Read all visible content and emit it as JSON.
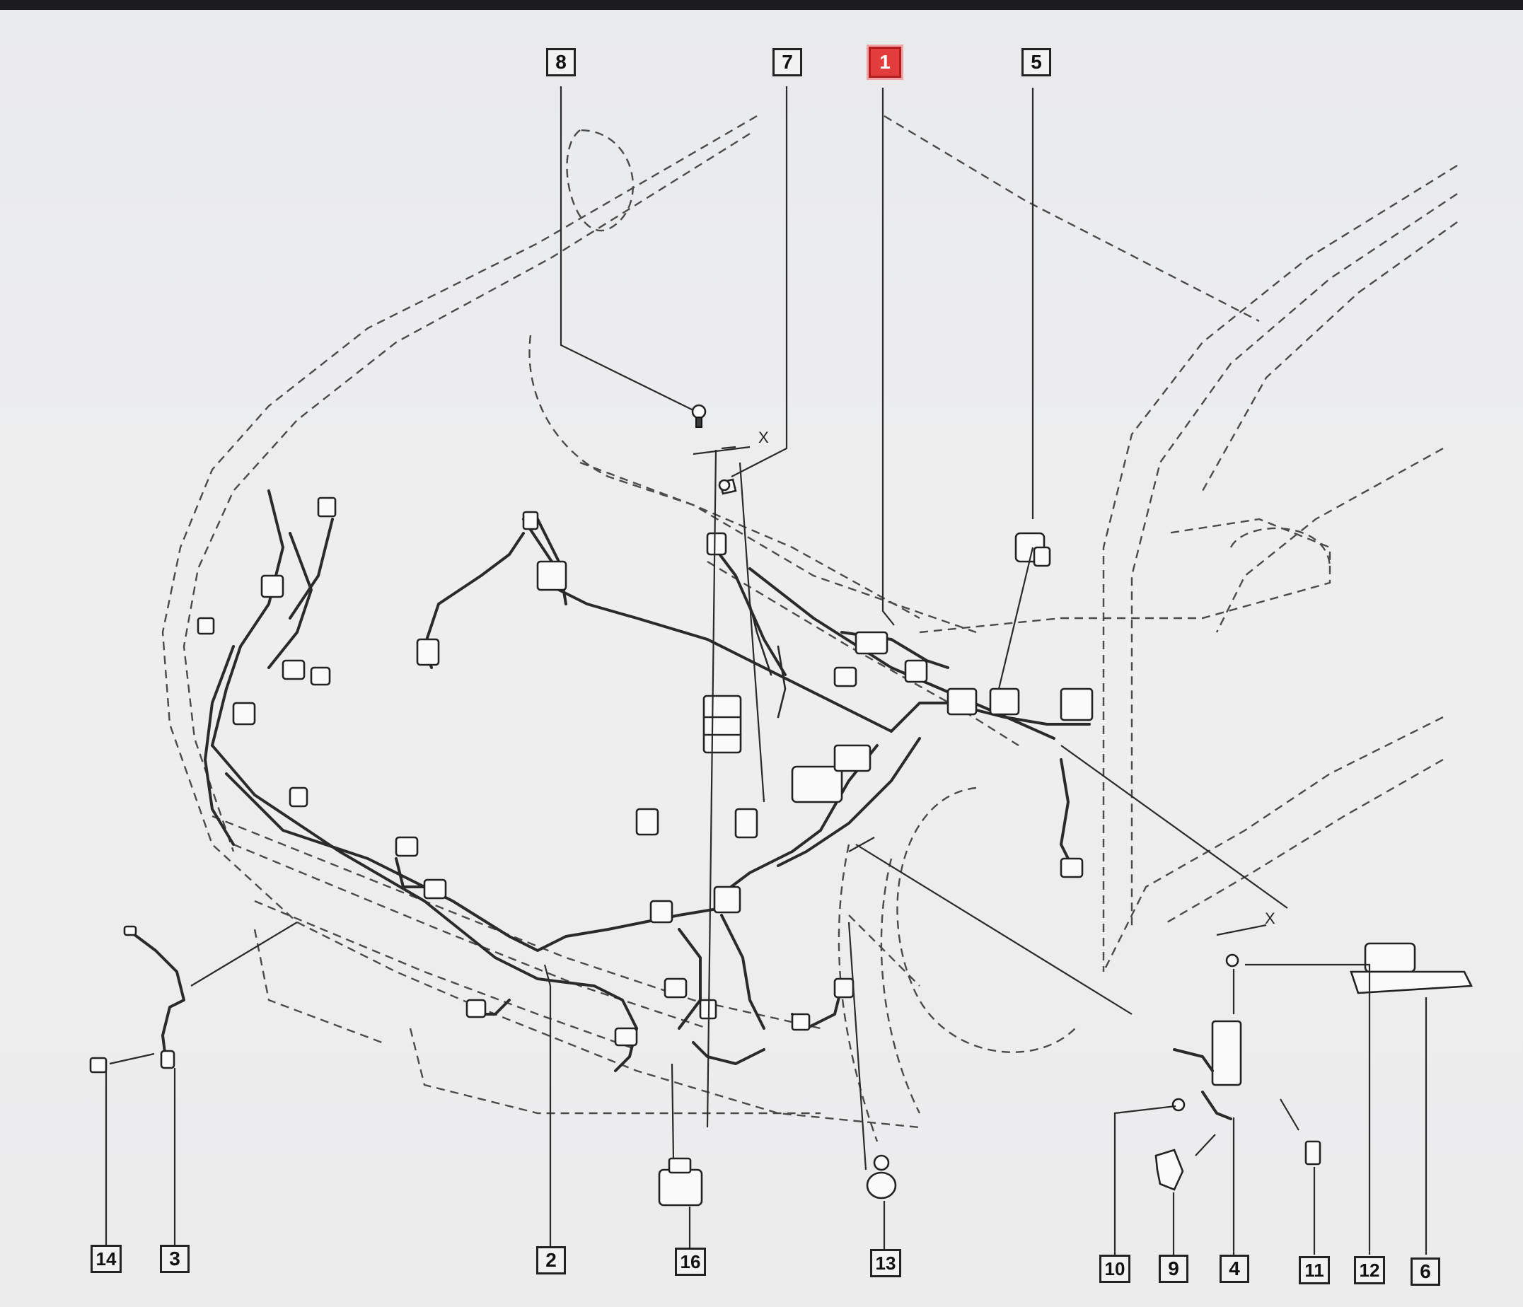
{
  "callouts": [
    {
      "id": "c1",
      "label": "1",
      "selected": true
    },
    {
      "id": "c2",
      "label": "2"
    },
    {
      "id": "c3",
      "label": "3"
    },
    {
      "id": "c4",
      "label": "4"
    },
    {
      "id": "c5",
      "label": "5"
    },
    {
      "id": "c6",
      "label": "6"
    },
    {
      "id": "c7",
      "label": "7"
    },
    {
      "id": "c8",
      "label": "8"
    },
    {
      "id": "c9",
      "label": "9"
    },
    {
      "id": "c10",
      "label": "10"
    },
    {
      "id": "c11",
      "label": "11"
    },
    {
      "id": "c12",
      "label": "12"
    },
    {
      "id": "c13",
      "label": "13"
    },
    {
      "id": "c14",
      "label": "14"
    },
    {
      "id": "c16",
      "label": "16"
    }
  ],
  "annotations": {
    "axis_marker_top": "X",
    "axis_marker_right": "X"
  },
  "colors": {
    "selected_callout": "#e23c3c",
    "line": "#2a2a2a",
    "background": "#ececed"
  },
  "icons": [
    "bolt-icon",
    "clip-icon",
    "connector-icon",
    "bracket-icon",
    "fuse-box-icon",
    "grommet-icon"
  ]
}
